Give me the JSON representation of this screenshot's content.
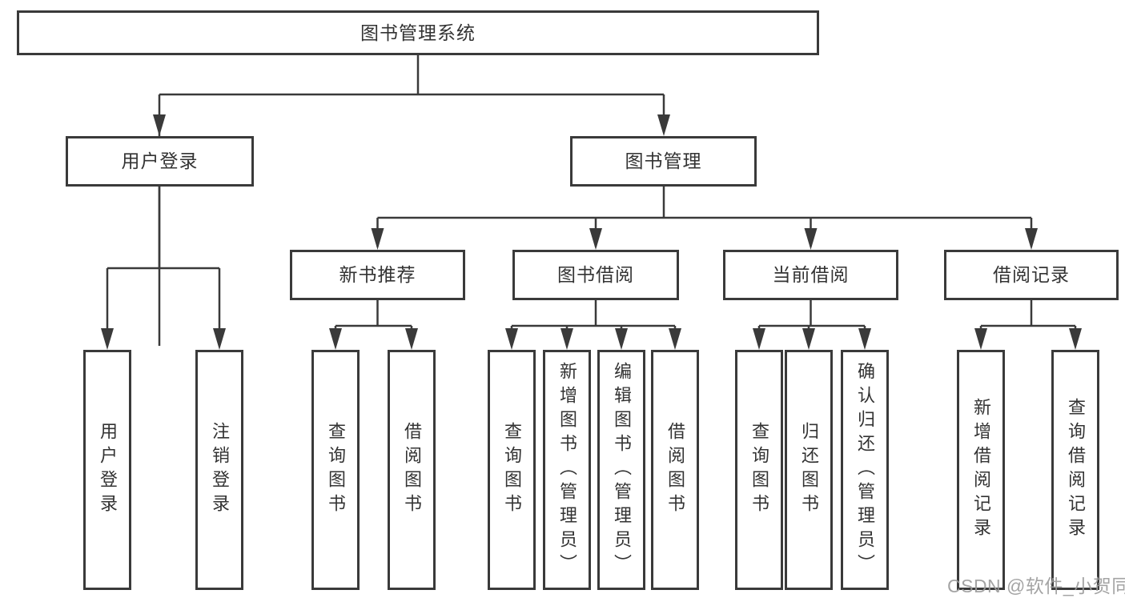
{
  "colors": {
    "line": "#3a3a3a",
    "text": "#333333",
    "watermark": "#9b9b9b",
    "background": "#ffffff"
  },
  "tree": {
    "label": "图书管理系统",
    "children": [
      {
        "label": "用户登录",
        "children": [
          {
            "label": "用户登录"
          },
          {
            "label": "注销登录"
          }
        ]
      },
      {
        "label": "图书管理",
        "children": [
          {
            "label": "新书推荐",
            "children": [
              {
                "label": "查询图书"
              },
              {
                "label": "借阅图书"
              }
            ]
          },
          {
            "label": "图书借阅",
            "children": [
              {
                "label": "查询图书"
              },
              {
                "label": "新增图书（管理员）"
              },
              {
                "label": "编辑图书（管理员）"
              },
              {
                "label": "借阅图书"
              }
            ]
          },
          {
            "label": "当前借阅",
            "children": [
              {
                "label": "查询图书"
              },
              {
                "label": "归还图书"
              },
              {
                "label": "确认归还（管理员）"
              }
            ]
          },
          {
            "label": "借阅记录",
            "children": [
              {
                "label": "新增借阅记录"
              },
              {
                "label": "查询借阅记录"
              }
            ]
          }
        ]
      }
    ]
  },
  "watermark": {
    "text": "CSDN @软件_小贺同学"
  }
}
